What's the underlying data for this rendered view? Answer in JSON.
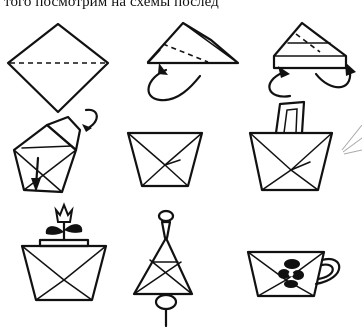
{
  "caption": "того посмотрим на схемы послед",
  "steps": [
    {
      "id": "1",
      "name": "square-diamond"
    },
    {
      "id": "2",
      "name": "fold-down-triangle"
    },
    {
      "id": "3",
      "name": "fold-sides"
    },
    {
      "id": "4",
      "name": "fold-top-flap"
    },
    {
      "id": "5",
      "name": "basket-base"
    },
    {
      "id": "6",
      "name": "basket-with-handle"
    },
    {
      "id": "7",
      "name": "pot-with-flower"
    },
    {
      "id": "8",
      "name": "bell"
    },
    {
      "id": "9",
      "name": "cup-with-flower"
    }
  ]
}
